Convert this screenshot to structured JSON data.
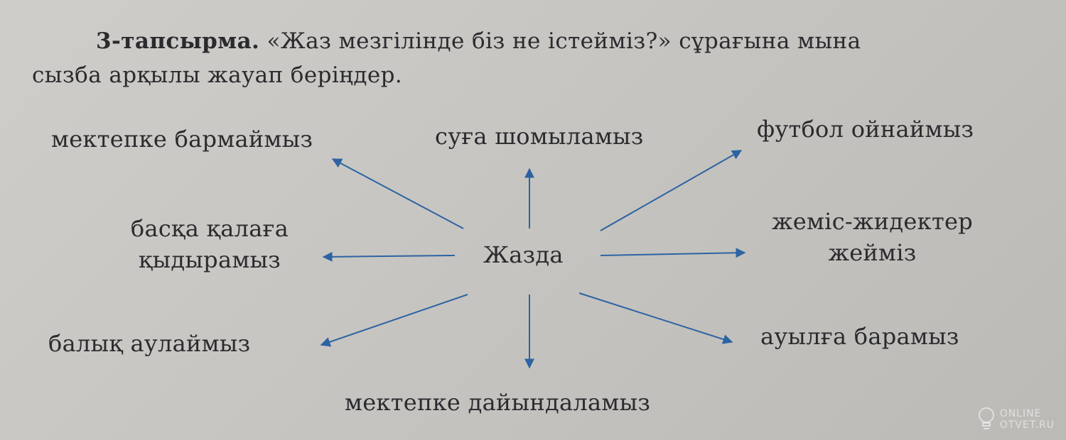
{
  "task": {
    "label": "3-тапсырма.",
    "text_line1": "«Жаз мезгілінде біз не істейміз?» сұрағына мына",
    "text_line2": "сызба арқылы жауап беріңдер."
  },
  "diagram": {
    "center": "Жазда",
    "nodes": {
      "top_left": "мектепке бармаймыз",
      "top": "суға шомыламыз",
      "top_right": "футбол ойнаймыз",
      "left_line1": "басқа қалаға",
      "left_line2": "қыдырамыз",
      "right_line1": "жеміс-жидектер",
      "right_line2": "жейміз",
      "bottom_left": "балық аулаймыз",
      "bottom_right": "ауылға барамыз",
      "bottom": "мектепке дайындаламыз"
    },
    "arrow_color": "#2c63a3"
  },
  "watermark": {
    "line1": "ONLINE",
    "line2": "OTVET.RU"
  }
}
